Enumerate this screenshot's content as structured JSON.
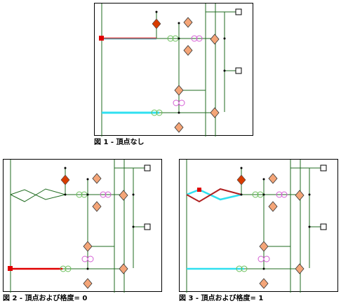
{
  "figures": [
    {
      "id": "fig1",
      "caption": "図 1 - 頂点なし"
    },
    {
      "id": "fig2",
      "caption": "図 2 - 頂点および格度= 0"
    },
    {
      "id": "fig3",
      "caption": "図 3 - 頂点および格度= 1"
    }
  ],
  "colors": {
    "network_line": "#1f6b1f",
    "selected_red": "#e00000",
    "trace_cyan": "#2fe0f0",
    "trace_darkred": "#b02020",
    "diamond_fill": "#f4a578",
    "diamond_red": "#d83c00",
    "junction_green": "#6abf5a",
    "junction_pink": "#d45fd4",
    "vertex_zigzag": "#1f6b1f"
  }
}
